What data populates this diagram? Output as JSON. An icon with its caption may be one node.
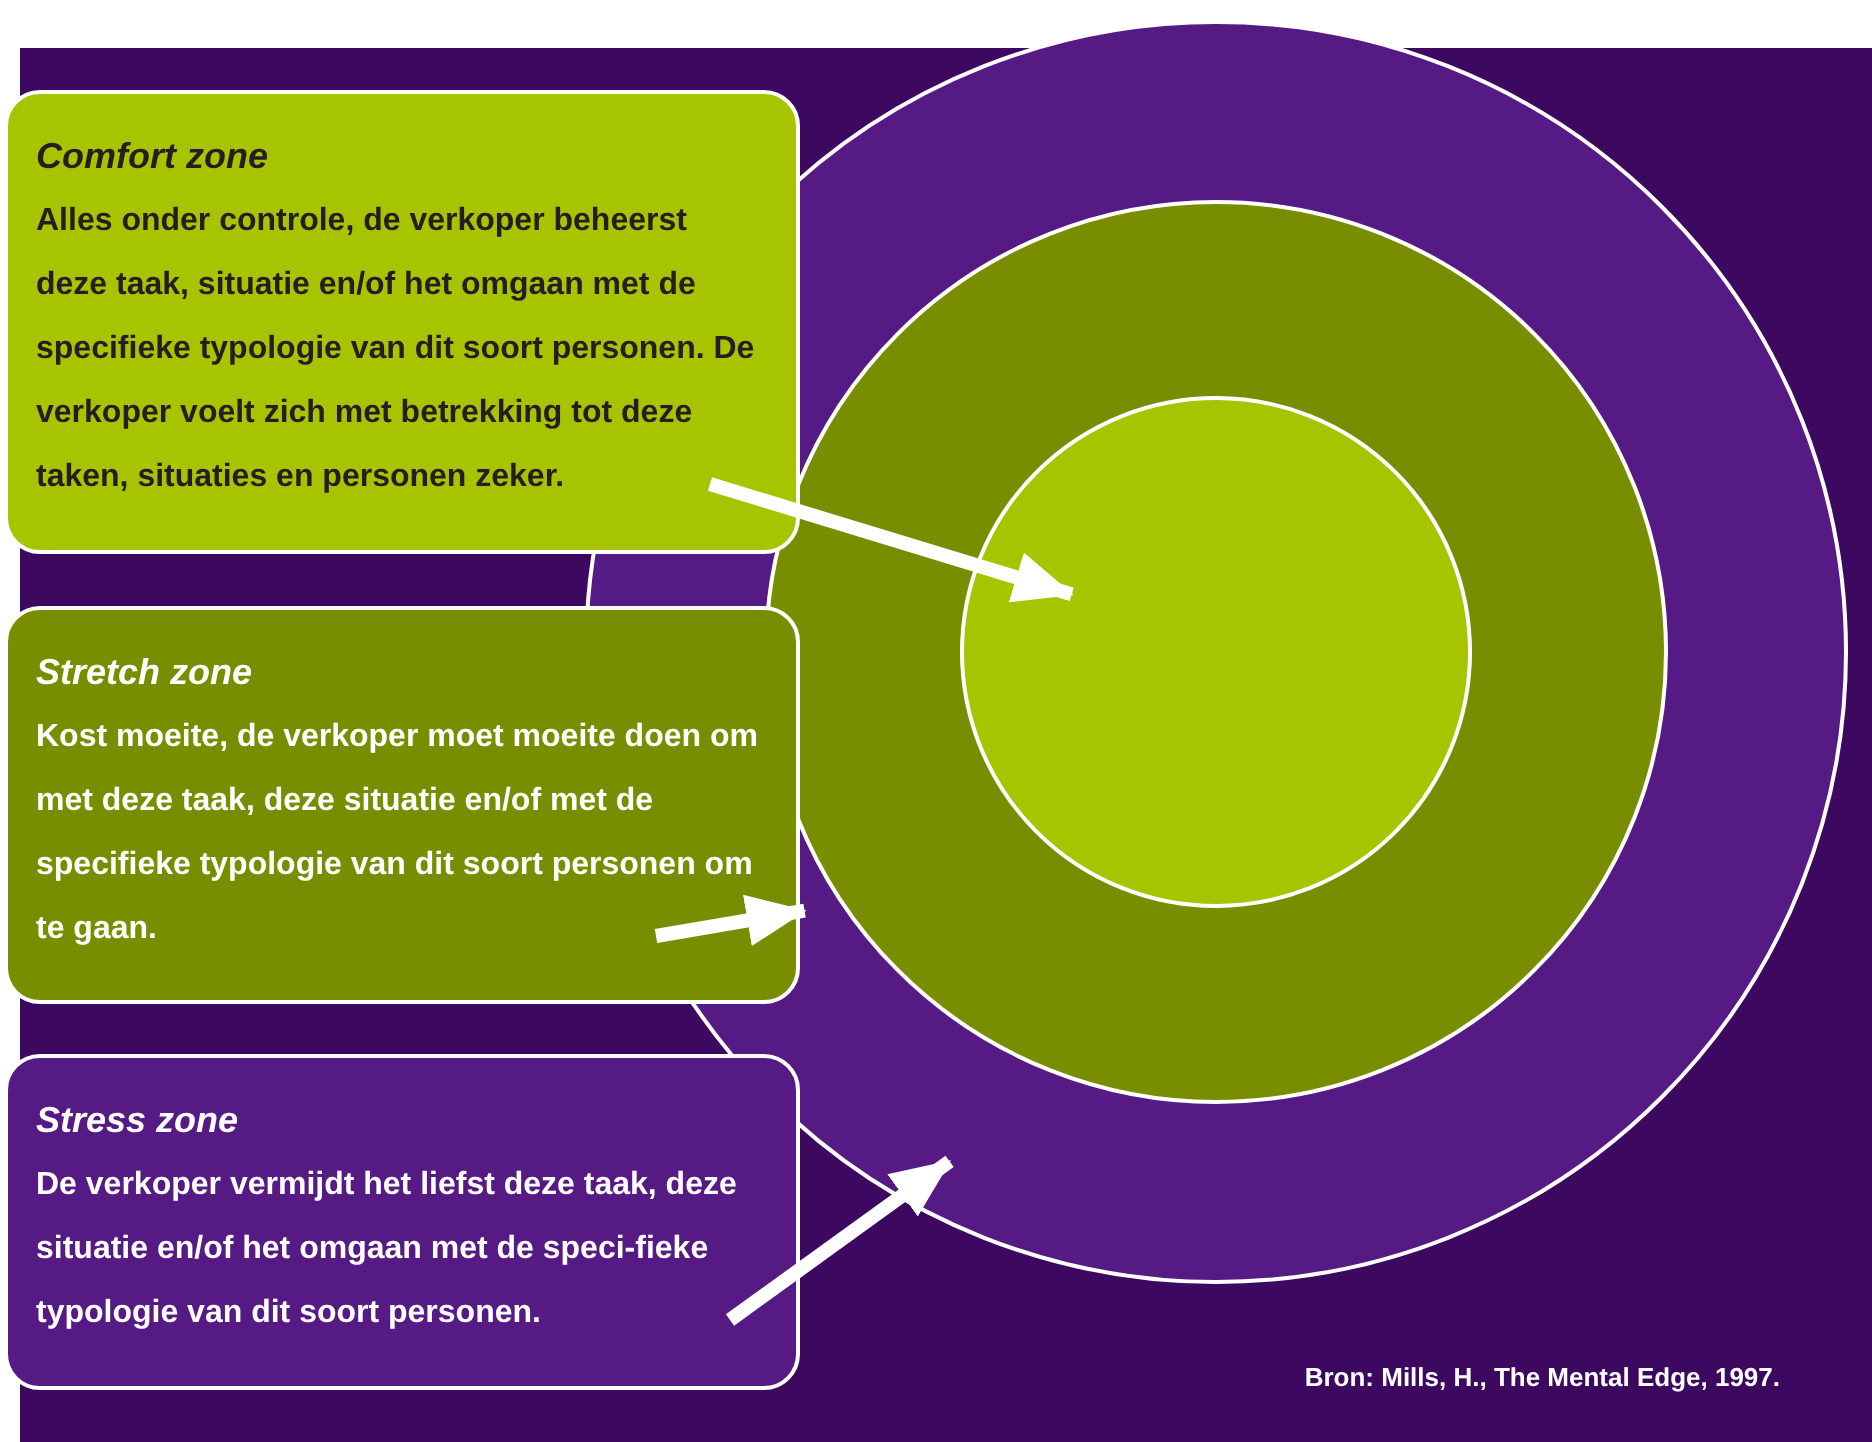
{
  "diagram": {
    "nodes": [
      {
        "text": [
          "Comfort zone",
          "Alles onder controle, de verkoper beheerst deze taak, situatie en/of het omgaan met de specifieke typologie van dit soort personen. De verkoper voelt zich met betrekking tot deze taken, situaties en personen zeker."
        ]
      },
      {
        "text": [
          "Stretch zone",
          "Kost moeite, de verkoper moet moeite doen om met deze taak, deze situatie en/of met de specifieke typologie van dit soort personen om te gaan."
        ]
      },
      {
        "text": [
          "Stress zone",
          "De verkoper vermijdt het liefst deze taak, deze situatie en/of het omgaan met de speci-fieke typologie van dit soort personen."
        ]
      },
      {
        "text": [],
        "shape": "circle"
      },
      {
        "text": [],
        "shape": "circle",
        "in": 3
      },
      {
        "text": [],
        "shape": "circle",
        "in": 4
      }
    ],
    "edges": [
      {
        "from": 0,
        "to": 5,
        "arrow": "to"
      },
      {
        "from": 1,
        "to": 4,
        "arrow": "to"
      },
      {
        "from": 2,
        "to": 3,
        "arrow": "to"
      }
    ],
    "labels": [
      "Bron: Mills, H., The Mental Edge, 1997."
    ]
  }
}
